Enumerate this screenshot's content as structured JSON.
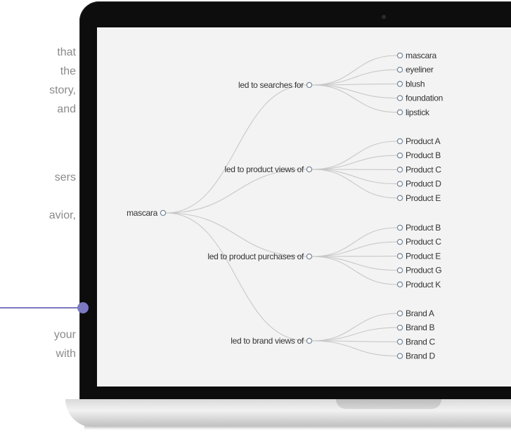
{
  "side_text": {
    "fragments": [
      "that",
      "the",
      "story,",
      "and",
      "sers",
      "avior,",
      "your",
      "with"
    ]
  },
  "tree": {
    "root": "mascara",
    "groups": [
      {
        "label": "led to searches for",
        "children": [
          "mascara",
          "eyeliner",
          "blush",
          "foundation",
          "lipstick"
        ]
      },
      {
        "label": "led to product views of",
        "children": [
          "Product A",
          "Product B",
          "Product C",
          "Product D",
          "Product E"
        ]
      },
      {
        "label": "led to product purchases of",
        "children": [
          "Product B",
          "Product C",
          "Product E",
          "Product G",
          "Product K"
        ]
      },
      {
        "label": "led to brand views of",
        "children": [
          "Brand A",
          "Brand B",
          "Brand C",
          "Brand D"
        ]
      }
    ]
  },
  "colors": {
    "link": "#c8c8c8",
    "node_stroke": "#7a8a9e",
    "label": "#333333",
    "accent": "#7b79c0"
  }
}
